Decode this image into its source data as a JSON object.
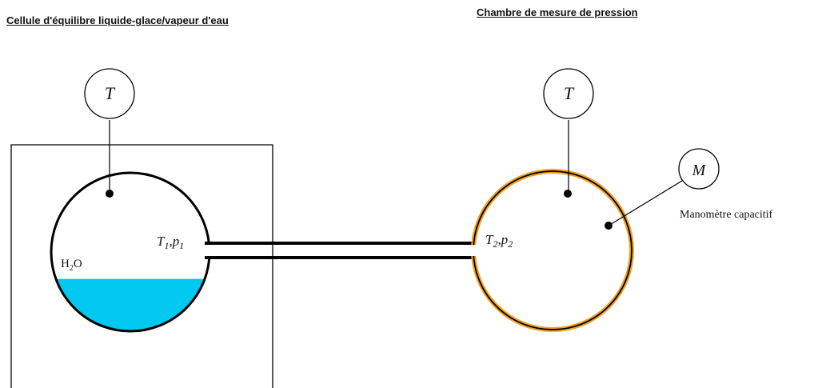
{
  "titles": {
    "left": "Cellule d'équilibre liquide-glace/vapeur d'eau",
    "right": "Chambre de mesure de pression"
  },
  "cell": {
    "sensor_symbol": "T",
    "state_label_main": "T",
    "state_label_sub": "1",
    "state_label_sep": ",",
    "state_label_p": "p",
    "state_label_p_sub": "1",
    "substance_main": "H",
    "substance_sub": "2",
    "substance_tail": "O",
    "liquid_fill_fraction": 0.33
  },
  "chamber": {
    "sensor_symbol": "T",
    "state_label_main": "T",
    "state_label_sub": "2",
    "state_label_sep": ",",
    "state_label_p": "p",
    "state_label_p_sub": "2",
    "gauge_symbol": "M",
    "gauge_label": "Manomètre capacitif"
  },
  "colors": {
    "liquid": "#00c8f0",
    "chamber_rim": "#f2a020",
    "line": "#000000"
  }
}
